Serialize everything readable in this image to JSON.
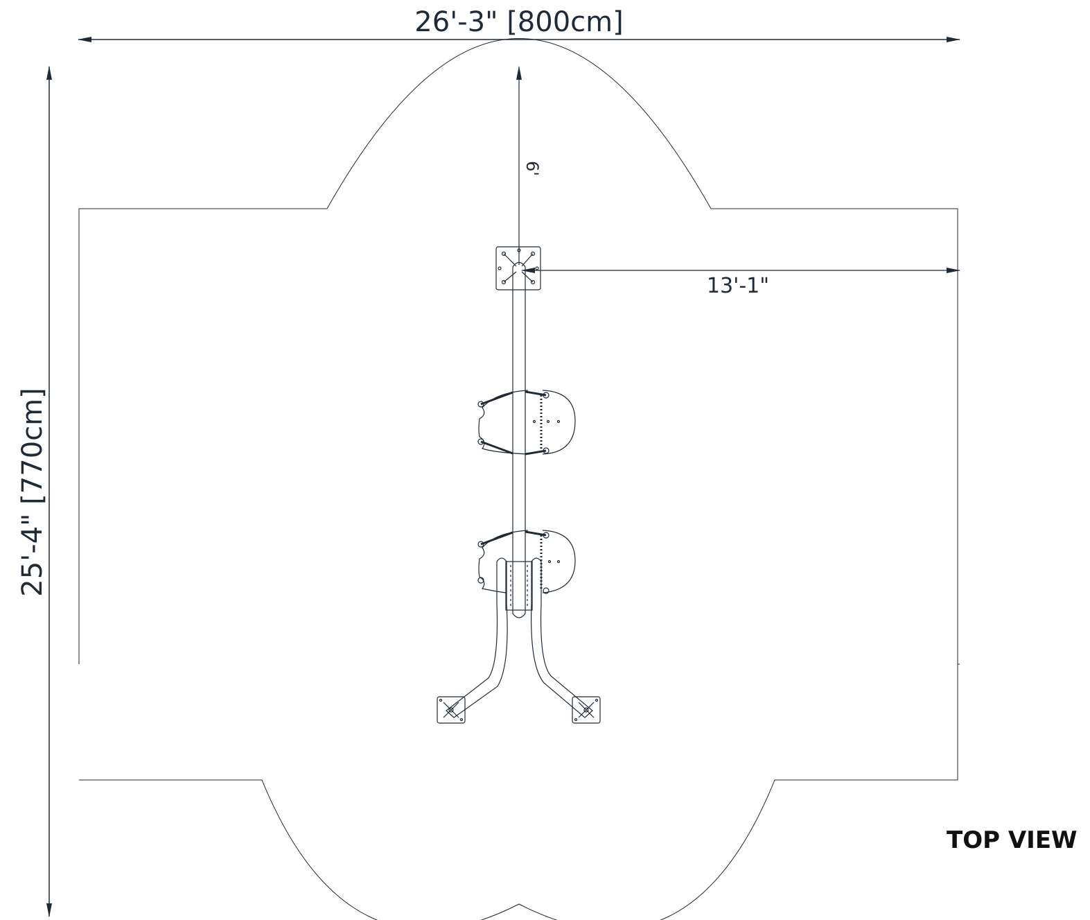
{
  "dimensions": {
    "width_label": "26'-3\" [800cm]",
    "height_label": "25'-4\" [770cm]",
    "offset_label": "13'-1\"",
    "top_label": "6'"
  },
  "view_label": "TOP VIEW",
  "colors": {
    "line": "#1f2a36",
    "text": "#1f2a36"
  }
}
